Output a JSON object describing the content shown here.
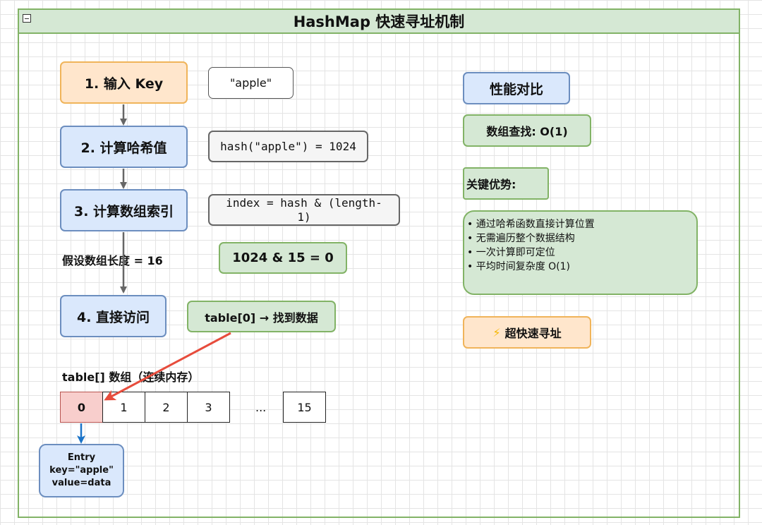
{
  "title": "HashMap 快速寻址机制",
  "steps": {
    "input_key": "1. 输入 Key",
    "compute_hash": "2. 计算哈希值",
    "compute_index": "3. 计算数组索引",
    "direct_access": "4. 直接访问"
  },
  "values": {
    "key_literal": "\"apple\"",
    "hash_expr": "hash(\"apple\") = 1024",
    "index_expr_line1": "index = hash & (length-",
    "index_expr_line2": "1)",
    "result_expr": "1024 & 15 = 0",
    "access_result": "table[0] → 找到数据"
  },
  "assumption": "假设数组长度 = 16",
  "table": {
    "label": "table[] 数组（连续内存）",
    "cells": [
      "0",
      "1",
      "2",
      "3",
      "15"
    ],
    "ellipsis": "..."
  },
  "entry": {
    "line1": "Entry",
    "line2": "key=\"apple\"",
    "line3": "value=data"
  },
  "performance": {
    "header": "性能对比",
    "array_lookup": "数组查找: O(1)",
    "key_advantages_label": "关键优势:",
    "advantages": [
      "• 通过哈希函数直接计算位置",
      "• 无需遍历整个数据结构",
      "• 一次计算即可定位",
      "• 平均时间复杂度 O(1)"
    ],
    "badge_icon": "⚡",
    "badge": "超快速寻址"
  },
  "colors": {
    "flow_arrow": "#666666",
    "highlight_arrow": "#e74c3c",
    "entry_arrow": "#1a73c8"
  }
}
